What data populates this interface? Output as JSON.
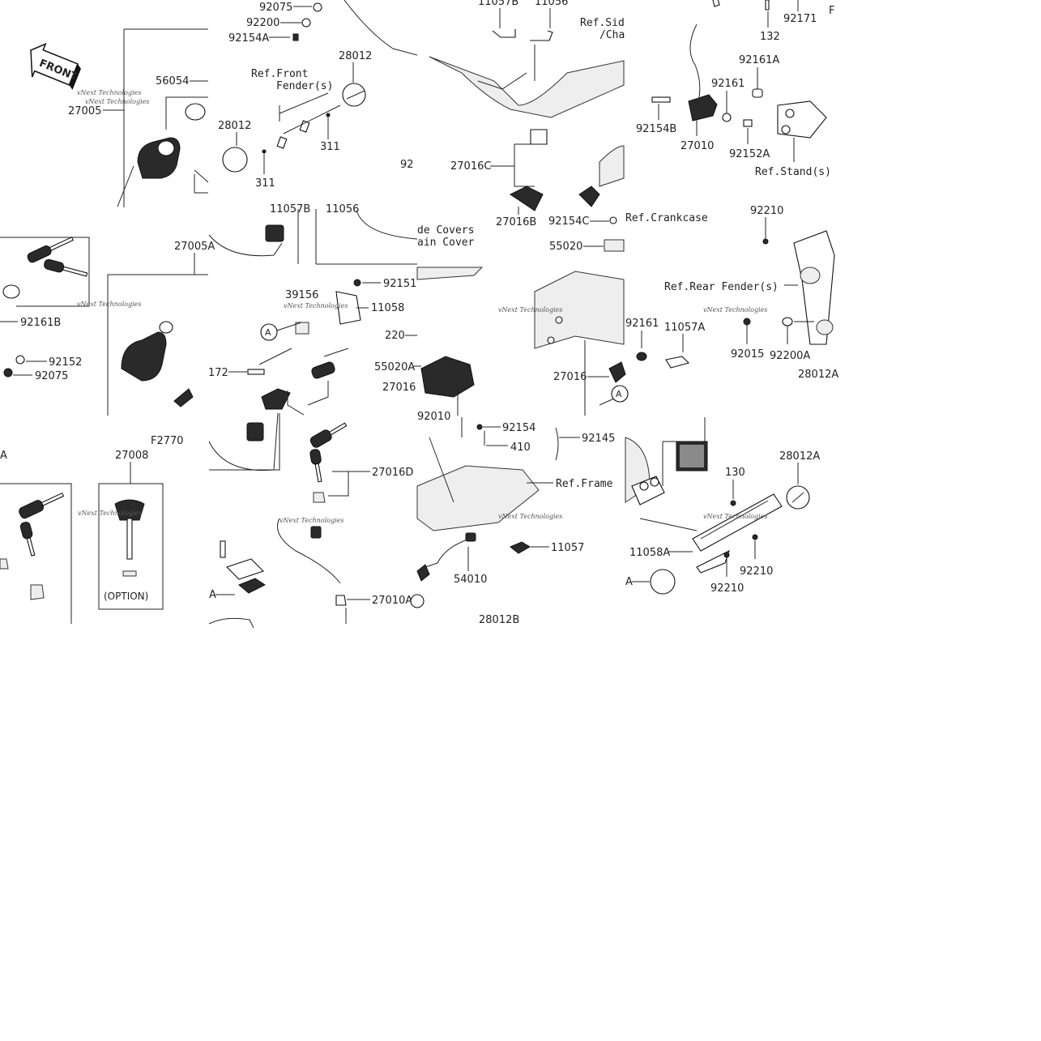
{
  "tiles": [
    {
      "id": "t11",
      "labels": [
        "27005",
        "56054"
      ]
    },
    {
      "id": "t12",
      "labels": [
        "92075",
        "92200",
        "92154A",
        "28012",
        "28012",
        "311",
        "311",
        "92"
      ],
      "refs": [
        "Ref.Front Fender(s)"
      ]
    },
    {
      "id": "t13",
      "labels": [
        "11057B",
        "11056",
        "27016C",
        "27016B"
      ],
      "refs": [
        "Ref.Sid /Cha"
      ]
    },
    {
      "id": "t14",
      "labels": [
        "132",
        "92171",
        "F",
        "92161A",
        "92161",
        "92154B",
        "27010",
        "92152A"
      ],
      "refs": [
        "Ref.Stand(s)"
      ]
    },
    {
      "id": "t21",
      "labels": [
        "92161B",
        "92152",
        "92075"
      ]
    },
    {
      "id": "t22",
      "labels": [
        "11057B",
        "11056",
        "39156",
        "92151",
        "11058",
        "172",
        "220"
      ],
      "refs": [
        "de Covers",
        "ain Cover"
      ]
    },
    {
      "id": "t23",
      "labels": [
        "27005A",
        "92154C",
        "55020",
        "55020A",
        "27016",
        "27016"
      ],
      "refs": [
        "Ref.Crankcase"
      ]
    },
    {
      "id": "t24",
      "labels": [
        "92210",
        "92161",
        "11057A",
        "92015",
        "92200A",
        "28012A"
      ],
      "refs": [
        "Ref.Rear Fender(s)"
      ]
    },
    {
      "id": "t31",
      "labels": [
        "A",
        "F2770",
        "27008"
      ],
      "option": "(OPTION)"
    },
    {
      "id": "t32",
      "labels": [
        "27016D",
        "27010A",
        "A"
      ]
    },
    {
      "id": "t33",
      "labels": [
        "92154",
        "410",
        "92145",
        "11057",
        "54010",
        "28012B",
        "A",
        "92010"
      ],
      "refs": [
        "Ref.Frame"
      ]
    },
    {
      "id": "t34",
      "labels": [
        "130",
        "28012A",
        "11058A",
        "92210",
        "92210",
        "A"
      ]
    }
  ],
  "front_badge": "FRONT",
  "callout_letter": "A",
  "watermark": [
    "vNext Technologies",
    "vNext Technologies"
  ]
}
